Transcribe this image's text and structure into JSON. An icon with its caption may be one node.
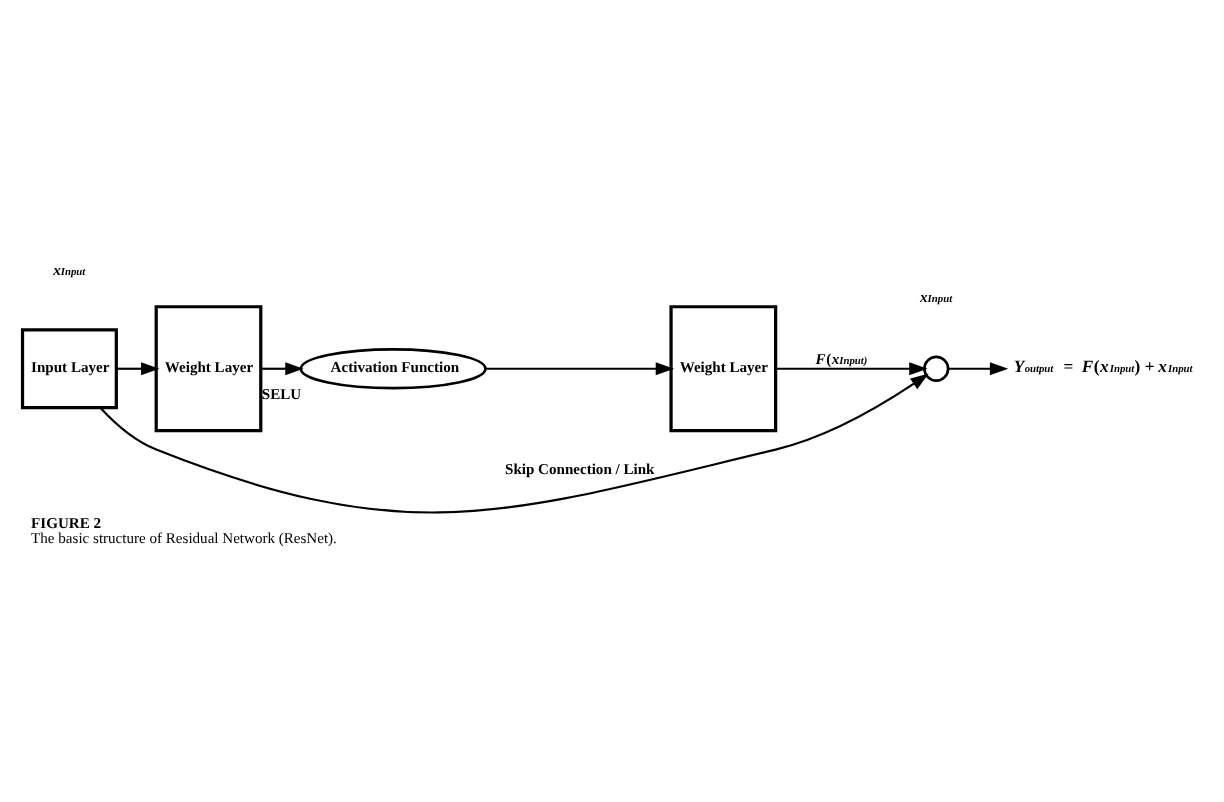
{
  "diagram": {
    "title": "FIGURE 2",
    "caption": "The basic structure of Residual Network (ResNet).",
    "nodes": [
      {
        "text": [
          "Input Layer"
        ]
      },
      {
        "text": [
          "Weight Layer"
        ]
      },
      {
        "text": [
          "Activation Function"
        ],
        "beside": [
          "SELU"
        ]
      },
      {
        "text": [
          "Weight Layer"
        ]
      },
      {
        "text": [],
        "shape": "circle"
      },
      {
        "text": [
          "*Y*$_{output}$ = *F*(*x*$_{Input}$) + *x*$_{Input}$"
        ]
      }
    ],
    "edges": [
      {
        "from": 0,
        "to": 1,
        "arrow": "to"
      },
      {
        "from": 1,
        "to": 2,
        "arrow": "to"
      },
      {
        "from": 2,
        "to": 3,
        "arrow": "to"
      },
      {
        "from": 3,
        "to": 4,
        "arrow": "to",
        "label": "*F*(*x*$_{Input)}$"
      },
      {
        "from": 0,
        "to": 4,
        "arrow": "to",
        "label": "Skip Connection / Link"
      },
      {
        "from": 4,
        "to": 5,
        "arrow": "to"
      }
    ],
    "labels": [
      "*x*$_{Input}$",
      "*x*$_{Input}$"
    ]
  }
}
